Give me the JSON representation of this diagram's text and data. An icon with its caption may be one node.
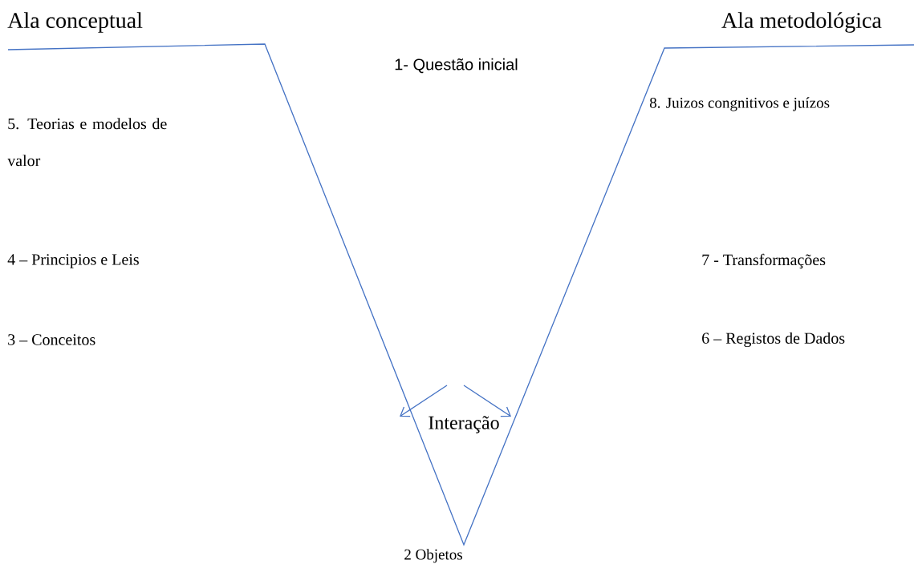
{
  "diagram": {
    "labels": [
      "Ala conceptual",
      "Ala metodológica",
      "1- Questão inicial",
      "5. Teorias e modelos de valor",
      "8. Juizos congnitivos e juízos",
      "4 – Principios e Leis",
      "7 - Transformações",
      "3 – Conceitos",
      "6 – Registos de Dados",
      "Interação",
      "2 Objetos"
    ]
  }
}
